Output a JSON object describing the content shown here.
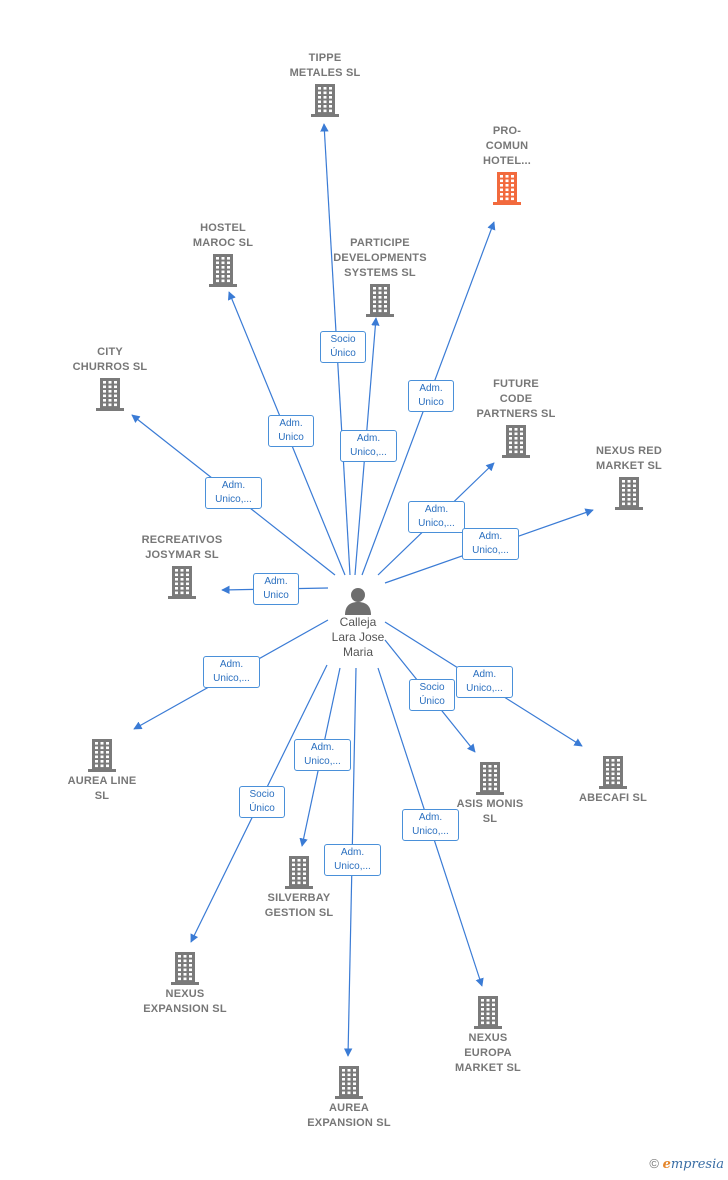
{
  "colors": {
    "edge": "#3a7bd5",
    "building": "#7a7a7a",
    "highlight": "#f26a3d"
  },
  "center": {
    "name": "Calleja\nLara Jose\nMaria",
    "icon": "person-icon"
  },
  "companies": [
    {
      "id": "tippe",
      "name": "TIPPE\nMETALES SL",
      "icon": "building-icon"
    },
    {
      "id": "procomun",
      "name": "PRO-\nCOMUN\nHOTEL...",
      "icon": "building-icon",
      "highlight": true
    },
    {
      "id": "hostel",
      "name": "HOSTEL\nMAROC SL",
      "icon": "building-icon"
    },
    {
      "id": "participe",
      "name": "PARTICIPE\nDEVELOPMENTS\nSYSTEMS  SL",
      "icon": "building-icon"
    },
    {
      "id": "city",
      "name": "CITY\nCHURROS  SL",
      "icon": "building-icon"
    },
    {
      "id": "future",
      "name": "FUTURE\nCODE\nPARTNERS  SL",
      "icon": "building-icon"
    },
    {
      "id": "nexusred",
      "name": "NEXUS RED\nMARKET  SL",
      "icon": "building-icon"
    },
    {
      "id": "recreativos",
      "name": "RECREATIVOS\nJOSYMAR  SL",
      "icon": "building-icon"
    },
    {
      "id": "aurealine",
      "name": "AUREA LINE\nSL",
      "icon": "building-icon"
    },
    {
      "id": "asis",
      "name": "ASIS MONIS\nSL",
      "icon": "building-icon"
    },
    {
      "id": "abecafi",
      "name": "ABECAFI SL",
      "icon": "building-icon"
    },
    {
      "id": "silverbay",
      "name": "SILVERBAY\nGESTION  SL",
      "icon": "building-icon"
    },
    {
      "id": "nexusexp",
      "name": "NEXUS\nEXPANSION  SL",
      "icon": "building-icon"
    },
    {
      "id": "nexuseuropa",
      "name": "NEXUS\nEUROPA\nMARKET  SL",
      "icon": "building-icon"
    },
    {
      "id": "aureaexp",
      "name": "AUREA\nEXPANSION  SL",
      "icon": "building-icon"
    }
  ],
  "edges": [
    {
      "to": "tippe",
      "label": "Socio\nÚnico"
    },
    {
      "to": "procomun",
      "label": "Adm.\nUnico"
    },
    {
      "to": "hostel",
      "label": "Adm.\nUnico"
    },
    {
      "to": "participe",
      "label": "Adm.\nUnico,..."
    },
    {
      "to": "city",
      "label": "Adm.\nUnico,..."
    },
    {
      "to": "future",
      "label": "Adm.\nUnico,..."
    },
    {
      "to": "nexusred",
      "label": "Adm.\nUnico,..."
    },
    {
      "to": "recreativos",
      "label": "Adm.\nUnico"
    },
    {
      "to": "aurealine",
      "label": "Adm.\nUnico,..."
    },
    {
      "to": "asis",
      "label": "Socio\nÚnico"
    },
    {
      "to": "abecafi",
      "label": "Adm.\nUnico,..."
    },
    {
      "to": "silverbay",
      "label": "Adm.\nUnico,..."
    },
    {
      "to": "nexusexp",
      "label": "Socio\nÚnico"
    },
    {
      "to": "nexuseuropa",
      "label": "Adm.\nUnico,..."
    },
    {
      "to": "aureaexp",
      "label": "Adm.\nUnico,..."
    }
  ],
  "footer": {
    "copyright": "©",
    "brand_e": "e",
    "brand_rest": "mpresia"
  }
}
